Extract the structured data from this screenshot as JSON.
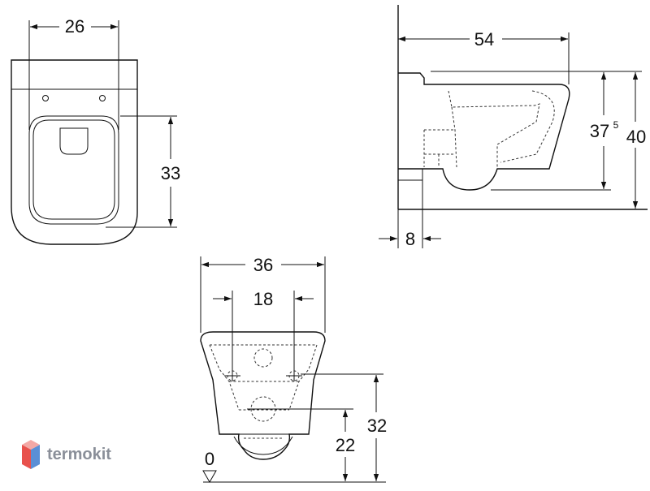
{
  "dimensions": {
    "top_width": "26",
    "top_depth": "33",
    "side_length": "54",
    "side_height_main": "37",
    "side_height_sup": "5",
    "side_height_total": "40",
    "side_offset": "8",
    "front_width": "36",
    "front_bolt_spacing": "18",
    "front_floor_label": "0",
    "front_height_drain": "22",
    "front_height_bolts": "32"
  },
  "logo": {
    "text": "termokit",
    "colors": [
      "#e8514c",
      "#5a8fd6",
      "#f3a8a5",
      "#a9c5ec"
    ]
  }
}
